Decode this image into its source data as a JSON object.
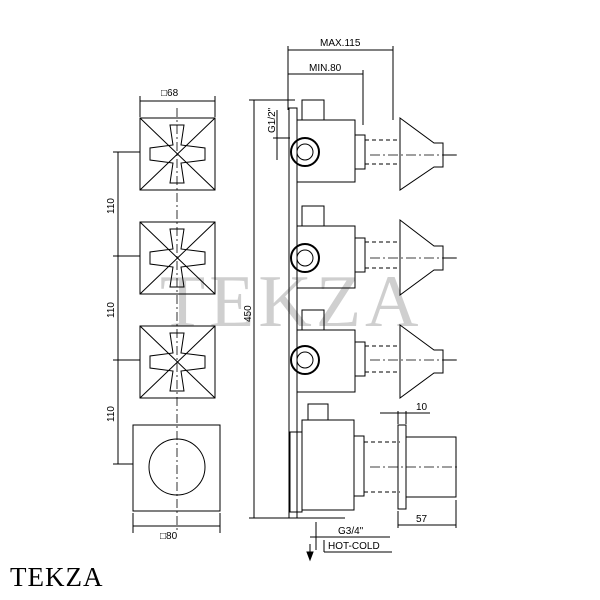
{
  "watermark_text": "TEKZA",
  "brand_logo_text": "TEKZA",
  "front_view": {
    "top_width_label": "□68",
    "bottom_width_label": "□80",
    "spacing_labels": [
      "110",
      "110",
      "110"
    ]
  },
  "side_view": {
    "max_depth_label": "MAX.115",
    "min_depth_label": "MIN.80",
    "inlet_thread_label": "G1/2\"",
    "total_height_label": "450",
    "handle_thickness_label": "10",
    "thermo_depth_label": "57",
    "outlet_thread_label": "G3/4\"",
    "supply_label": "HOT-COLD"
  }
}
